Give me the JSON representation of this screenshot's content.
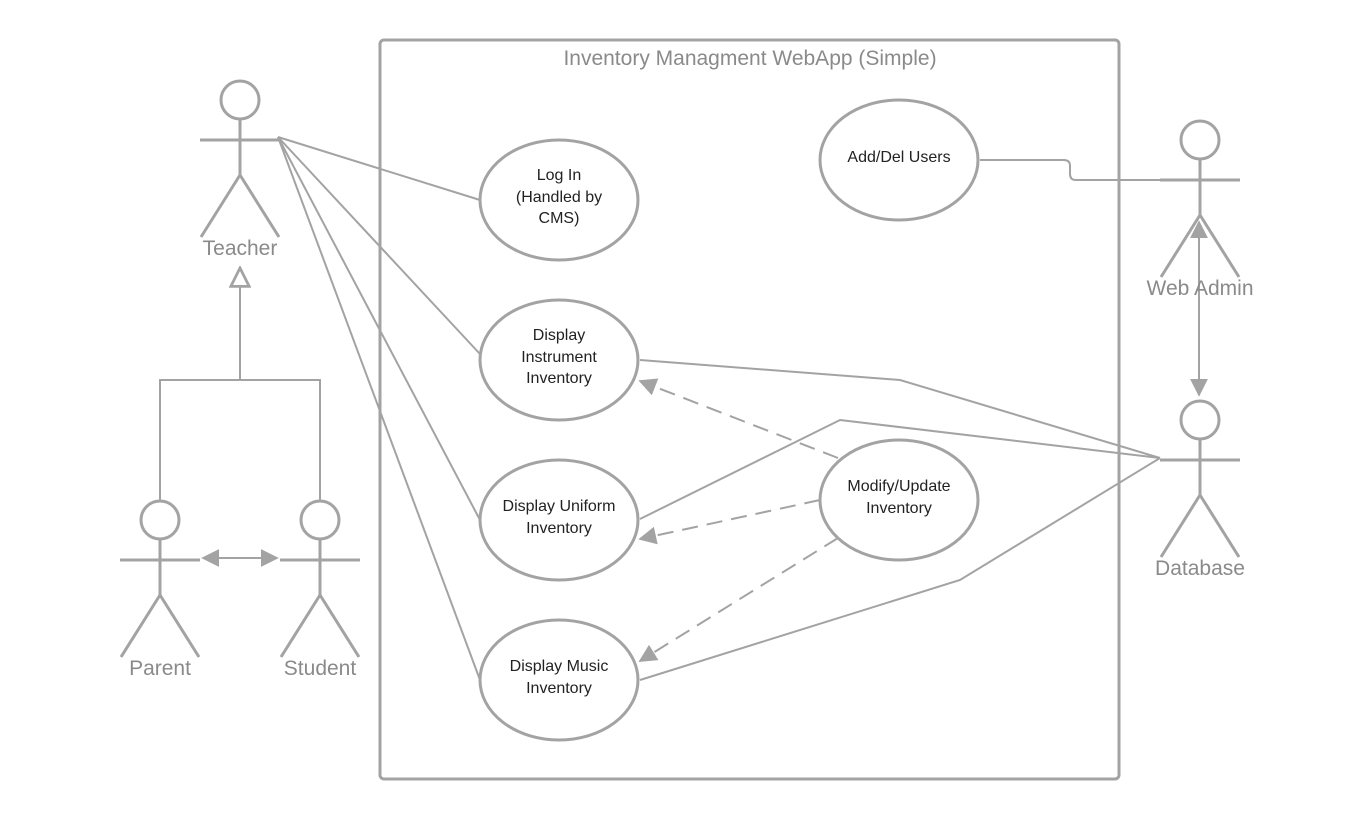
{
  "diagram": {
    "system_title": "Inventory Managment WebApp (Simple)",
    "actors": {
      "teacher": "Teacher",
      "parent": "Parent",
      "student": "Student",
      "web_admin": "Web Admin",
      "database": "Database"
    },
    "use_cases": {
      "login": [
        "Log In",
        "(Handled by",
        "CMS)"
      ],
      "display_instrument": [
        "Display",
        "Instrument",
        "Inventory"
      ],
      "display_uniform": [
        "Display Uniform",
        "Inventory"
      ],
      "display_music": [
        "Display Music",
        "Inventory"
      ],
      "add_del_users": [
        "Add/Del Users"
      ],
      "modify_update": [
        "Modify/Update",
        "Inventory"
      ]
    }
  }
}
